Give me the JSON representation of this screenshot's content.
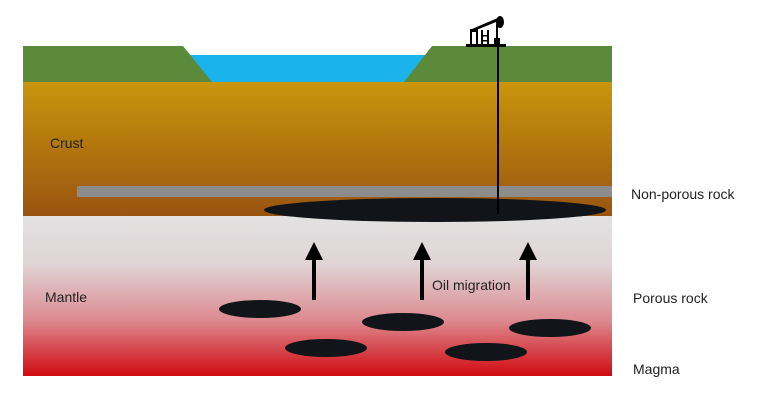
{
  "labels": {
    "crust": "Crust",
    "mantle": "Mantle",
    "oil_migration": "Oil migration",
    "non_porous_rock": "Non-porous rock",
    "porous_rock": "Porous rock",
    "magma": "Magma"
  },
  "colors": {
    "grass": "#5a8a3a",
    "water": "#1ab4ea",
    "crust_top": "#c9960c",
    "crust_bottom": "#9a5410",
    "rock_layer": "#8c8c8c",
    "mantle_top": "#e2e2e2",
    "mantle_bottom": "#d00a10",
    "oil": "#111418"
  }
}
